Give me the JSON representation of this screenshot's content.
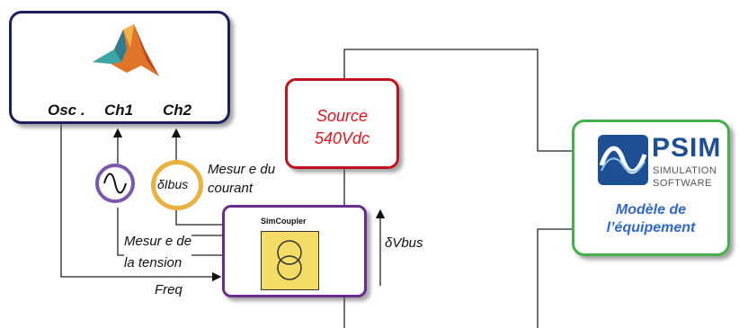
{
  "matlab": {
    "osc_label": "Osc .",
    "ch1_label": "Ch1",
    "ch2_label": "Ch2"
  },
  "source": {
    "line1": "Source",
    "line2": "540Vdc"
  },
  "simcoupler": {
    "title": "SimCoupler"
  },
  "psim": {
    "logo_main": "PSIM",
    "logo_sub1": "SIMULATION",
    "logo_sub2": "SOFTWARE",
    "model_line1": "Modèle de",
    "model_line2": "l’équipement"
  },
  "sensors": {
    "current_symbol": "δIbus",
    "current_label_line1": "Mesur e du",
    "current_label_line2": "courant",
    "voltage_label_line1": "Mesur e de",
    "voltage_label_line2": "la tension"
  },
  "signals": {
    "freq": "Freq",
    "vbus": "δVbus"
  },
  "colors": {
    "matlab_border": "#1c1f5e",
    "source_border": "#c0121c",
    "source_text": "#e0141f",
    "simcoupler_border": "#6b2c91",
    "psim_border": "#42b14a",
    "psim_text": "#2f67c8",
    "voltage_sensor": "#7b58a8",
    "current_sensor": "#e9b13f",
    "transformer_fill": "#f4dc66"
  },
  "icons": {
    "matlab_logo": "matlab-membrane-icon",
    "voltage_sensor": "sine-wave-icon",
    "transformer": "transformer-icon",
    "psim_logo": "psim-wave-icon"
  }
}
